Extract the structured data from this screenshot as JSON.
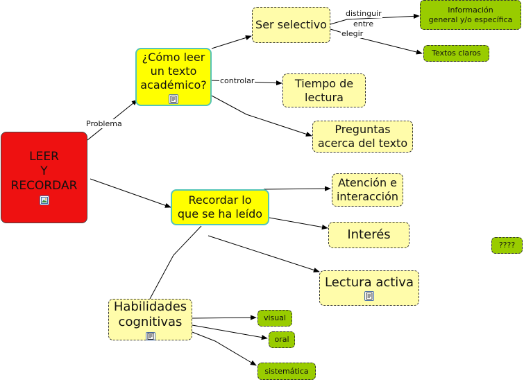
{
  "nodes": {
    "leer": "LEER\nY\nRECORDAR",
    "como": "¿Cómo leer\nun texto\nacadémico?",
    "selectivo": "Ser selectivo",
    "info": "Información\ngeneral y/o específica",
    "textos": "Textos claros",
    "tiempo": "Tiempo de\nlectura",
    "preguntas": "Preguntas\nacerca del texto",
    "recordar": "Recordar lo\nque se ha leído",
    "atencion": "Atención e\ninteracción",
    "interes": "Interés",
    "lectura": "Lectura activa",
    "habilidades": "Habilidades\ncognitivas",
    "visual": "visual",
    "oral": "oral",
    "sistematica": "sistemática",
    "preguntas_extra": "????"
  },
  "labels": {
    "problema": "Problema",
    "distinguir": "distinguir",
    "entre": "entre",
    "elegir": "elegir",
    "controlar": "controlar"
  },
  "icons": {
    "leer": "image-icon",
    "como": "document-icon",
    "lectura": "document-icon",
    "habilidades": "document-icon"
  },
  "colors": {
    "root_fill": "#ee1111",
    "primary_fill": "#ffff00",
    "primary_border": "#54c4b8",
    "concept_fill": "#fffcaa",
    "leaf_fill": "#99cc00"
  }
}
